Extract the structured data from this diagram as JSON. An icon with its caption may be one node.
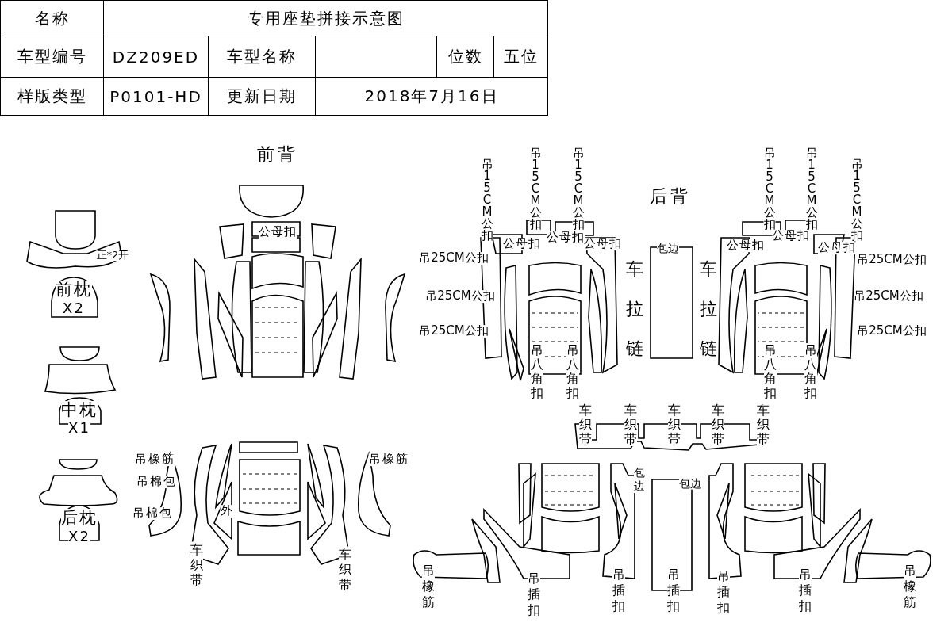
{
  "diagram": {
    "labels": [
      "名称",
      "专用座垫拼接示意图",
      "车型编号",
      "DZ209ED",
      "车型名称",
      "位数",
      "五位",
      "样版类型",
      "P0101-HD",
      "更新日期",
      "2018年7月16日",
      "前背",
      "后背",
      "吊15CM公扣",
      "吊15CM公扣",
      "吊15CM公扣",
      "吊15CM公扣",
      "吊15CM公扣",
      "吊15CM公扣",
      "正*2开",
      "公母扣",
      "公母扣",
      "公母扣",
      "公母扣",
      "包边",
      "公母扣",
      "公母扣",
      "公母扣",
      "吊25CM公扣",
      "吊25CM公扣",
      "车拉链",
      "车拉链",
      "前枕",
      "吊25CM公扣",
      "吊25CM公扣",
      "X2",
      "吊25CM公扣",
      "吊25CM公扣",
      "吊八角扣",
      "吊八角扣",
      "吊八角扣",
      "吊八角扣",
      "中枕",
      "车织带",
      "车织带",
      "车织带",
      "车织带",
      "车织带",
      "X1",
      "吊橡筋",
      "吊橡筋",
      "吊棉包",
      "包边",
      "包边",
      "吊棉包",
      "外",
      "后枕",
      "X2",
      "车织带",
      "车织带",
      "吊橡筋",
      "吊插扣",
      "吊插扣",
      "吊插扣",
      "吊插扣",
      "吊插扣",
      "吊橡筋"
    ]
  }
}
